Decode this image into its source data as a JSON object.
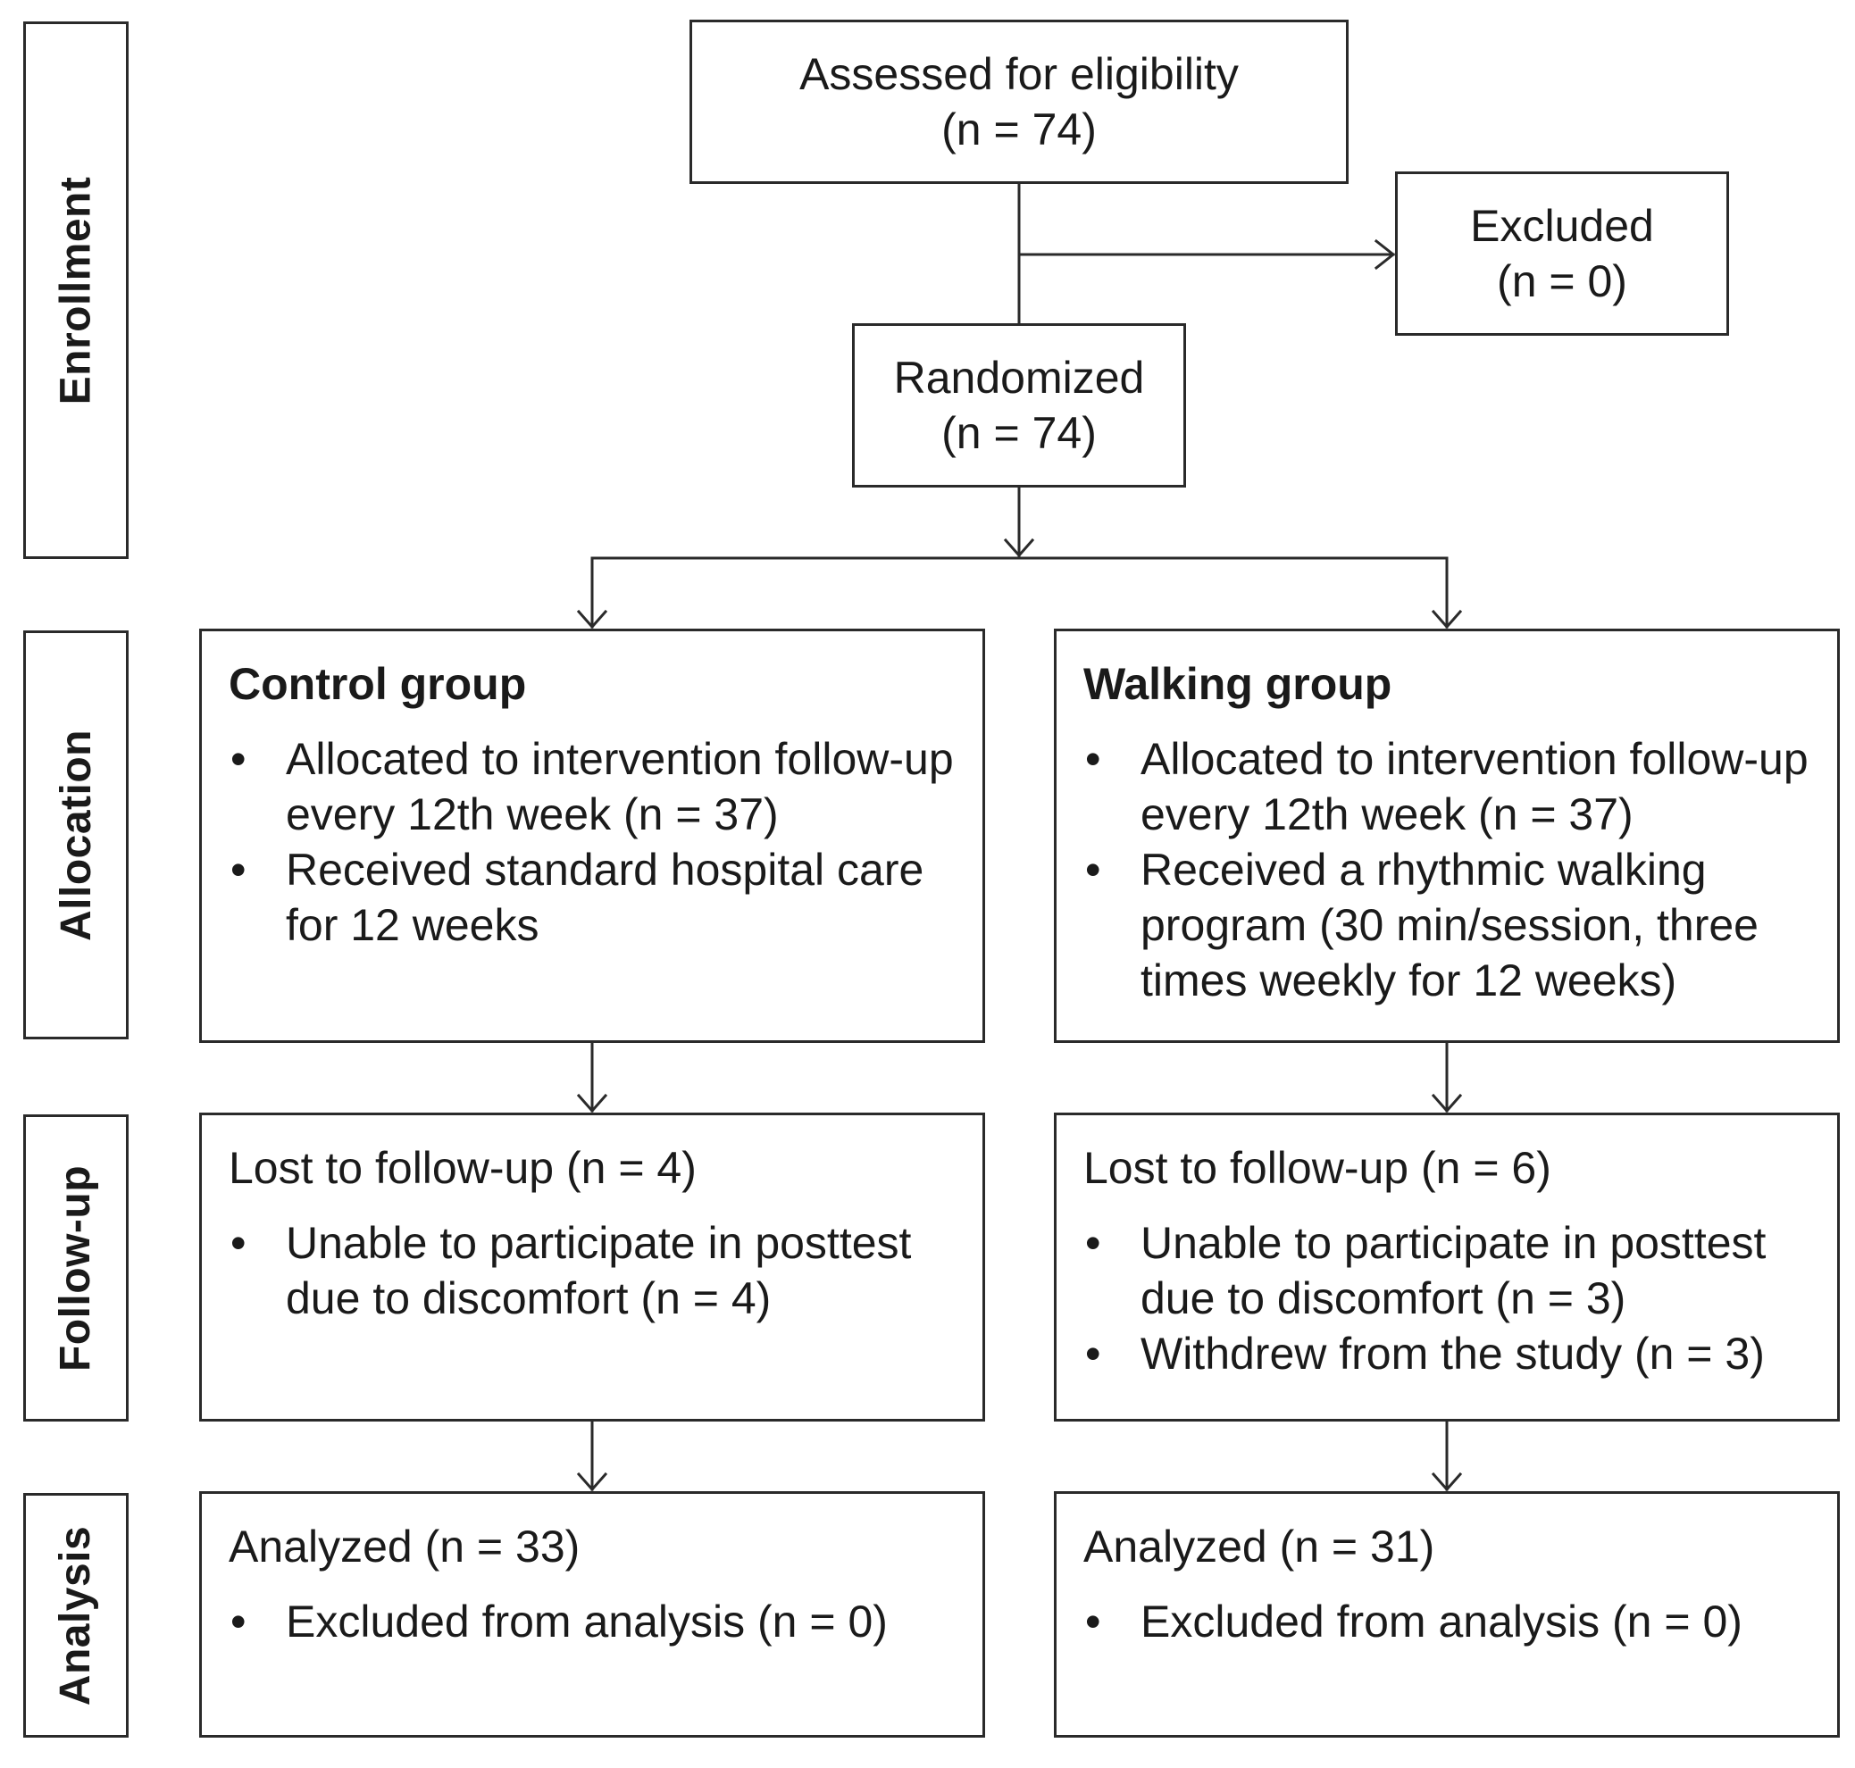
{
  "stages": {
    "enrollment": "Enrollment",
    "allocation": "Allocation",
    "followup": "Follow-up",
    "analysis": "Analysis"
  },
  "assessed": {
    "label": "Assessed for eligibility",
    "n": "(n = 74)"
  },
  "excluded": {
    "label": "Excluded",
    "n": "(n = 0)"
  },
  "randomized": {
    "label": "Randomized",
    "n": "(n = 74)"
  },
  "control": {
    "allocation": {
      "title": "Control group",
      "items": [
        "Allocated to intervention follow-up every 12th week (n = 37)",
        "Received standard hospital care for 12 weeks"
      ]
    },
    "followup": {
      "title": "Lost to follow-up (n = 4)",
      "items": [
        "Unable to participate in posttest due to discomfort (n = 4)"
      ]
    },
    "analysis": {
      "title": "Analyzed (n = 33)",
      "items": [
        "Excluded from analysis (n = 0)"
      ]
    }
  },
  "walking": {
    "allocation": {
      "title": "Walking group",
      "items": [
        "Allocated to intervention follow-up every 12th week (n = 37)",
        "Received a rhythmic walking program (30 min/session, three times weekly for 12 weeks)"
      ]
    },
    "followup": {
      "title": "Lost to follow-up (n = 6)",
      "items": [
        "Unable to participate in posttest due to discomfort (n = 3)",
        "Withdrew from the study (n = 3)"
      ]
    },
    "analysis": {
      "title": "Analyzed (n = 31)",
      "items": [
        "Excluded from analysis (n = 0)"
      ]
    }
  }
}
